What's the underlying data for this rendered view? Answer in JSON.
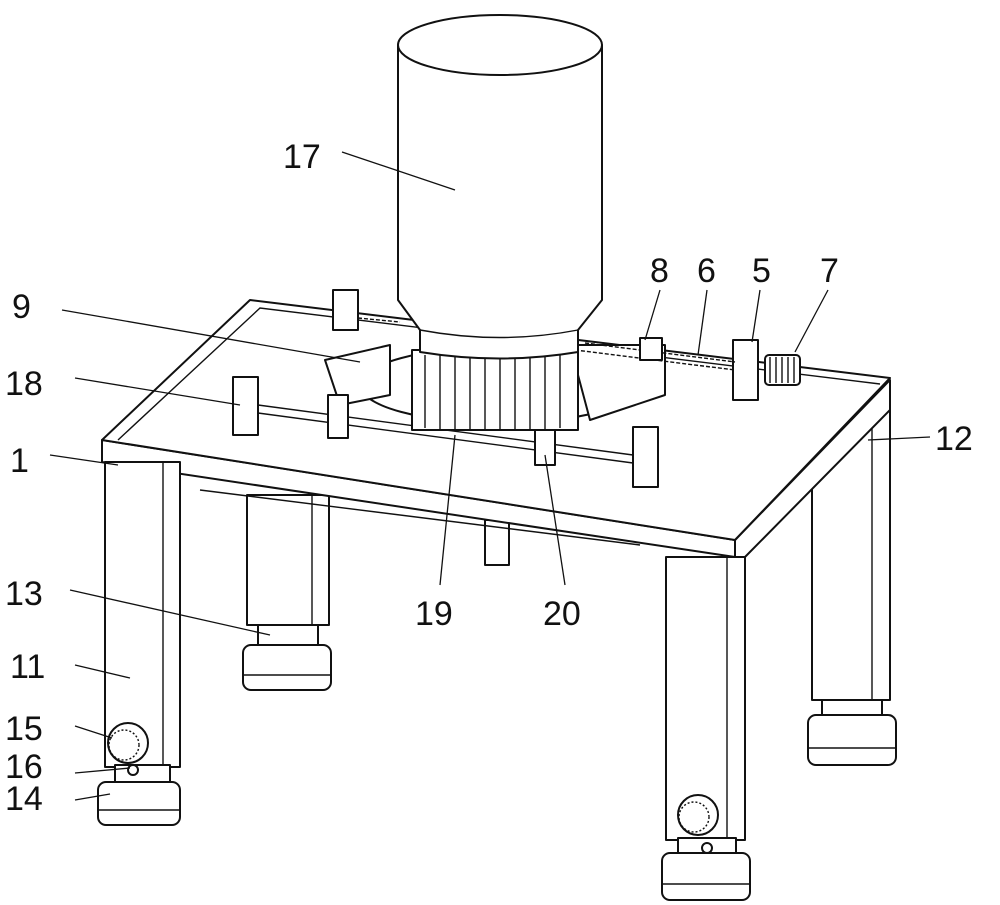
{
  "figure": {
    "labels": {
      "l1": "1",
      "l5": "5",
      "l6": "6",
      "l7": "7",
      "l8": "8",
      "l9": "9",
      "l11": "11",
      "l12": "12",
      "l13": "13",
      "l14": "14",
      "l15": "15",
      "l16": "16",
      "l17": "17",
      "l18": "18",
      "l19": "19",
      "l20": "20"
    }
  }
}
